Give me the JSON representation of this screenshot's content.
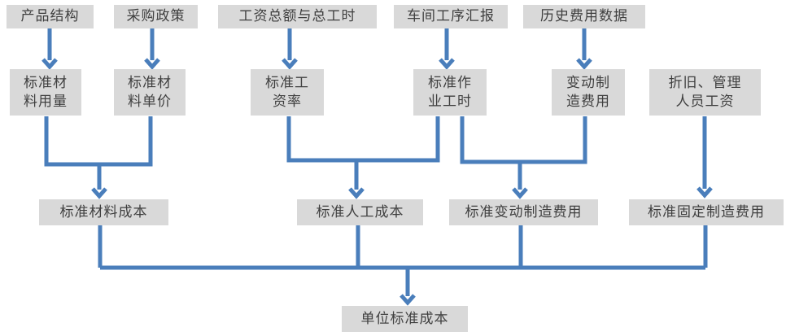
{
  "diagram": {
    "nodes": {
      "product_structure": "产品结构",
      "procurement_policy": "采购政策",
      "total_wages_hours": "工资总额与总工时",
      "workshop_process_report": "车间工序汇报",
      "historical_cost_data": "历史费用数据",
      "std_material_usage": "标准材\n料用量",
      "std_material_price": "标准材\n料单价",
      "std_wage_rate": "标准工\n资率",
      "std_operation_hours": "标准作\n业工时",
      "variable_mfg_cost": "变动制\n造费用",
      "depreciation_mgmt_wages": "折旧、管理\n人员工资",
      "std_material_cost": "标准材料成本",
      "std_labor_cost": "标准人工成本",
      "std_variable_mfg_cost": "标准变动制造费用",
      "std_fixed_mfg_cost": "标准固定制造费用",
      "unit_std_cost": "单位标准成本"
    },
    "colors": {
      "box_fill": "#d9d9d9",
      "text": "#3f3f3f",
      "arrow": "#4a7ebb"
    }
  }
}
